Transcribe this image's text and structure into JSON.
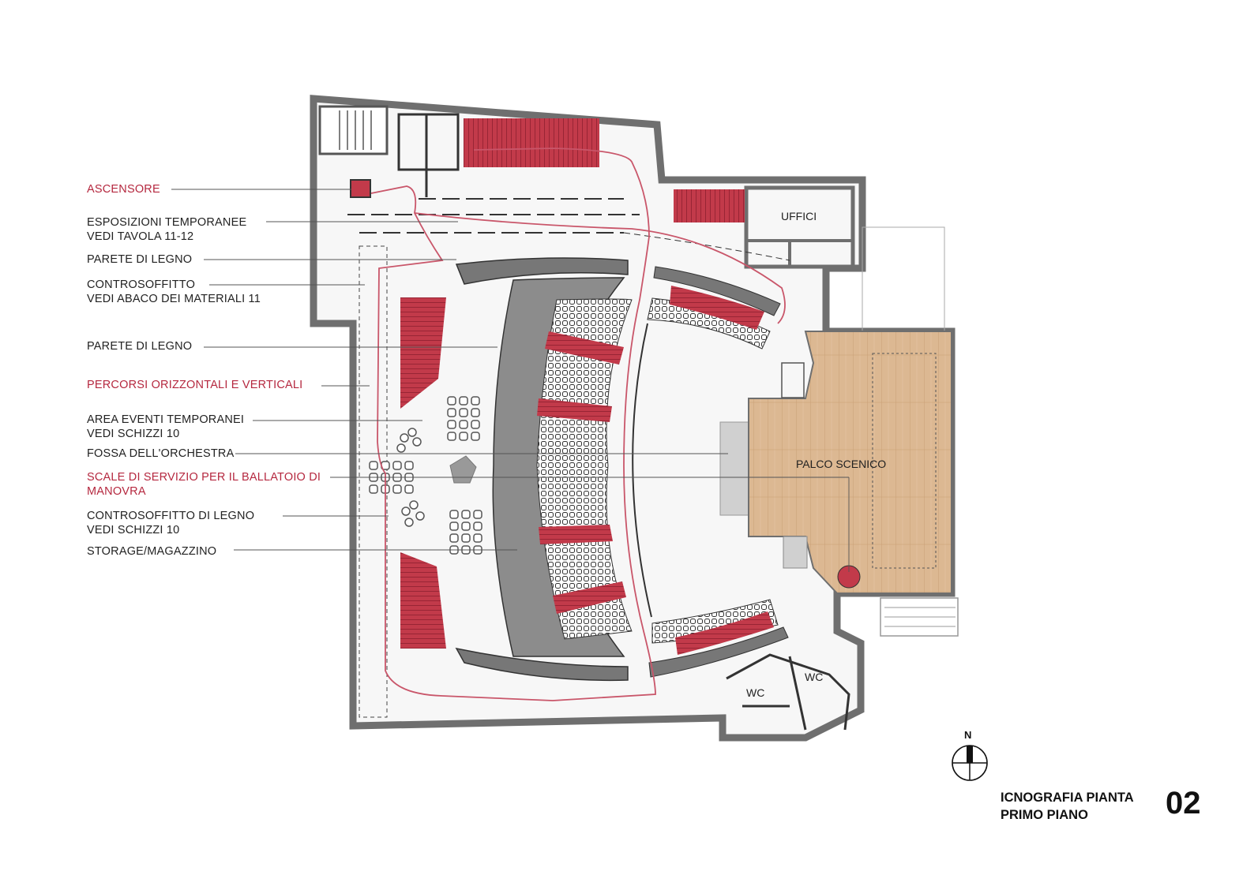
{
  "legend": [
    {
      "lines": [
        "ASCENSORE"
      ],
      "highlight": true
    },
    {
      "lines": [
        "ESPOSIZIONI TEMPORANEE",
        "VEDI TAVOLA 11-12"
      ],
      "highlight": false
    },
    {
      "lines": [
        "PARETE DI LEGNO"
      ],
      "highlight": false
    },
    {
      "lines": [
        "CONTROSOFFITTO",
        "VEDI ABACO DEI MATERIALI 11"
      ],
      "highlight": false
    },
    {
      "lines": [
        "PARETE DI LEGNO"
      ],
      "highlight": false
    },
    {
      "lines": [
        "PERCORSI ORIZZONTALI E VERTICALI"
      ],
      "highlight": true
    },
    {
      "lines": [
        "AREA EVENTI TEMPORANEI",
        "VEDI SCHIZZI 10"
      ],
      "highlight": false
    },
    {
      "lines": [
        "FOSSA DELL'ORCHESTRA"
      ],
      "highlight": false
    },
    {
      "lines": [
        "SCALE DI SERVIZIO PER IL BALLATOIO DI",
        "MANOVRA"
      ],
      "highlight": true
    },
    {
      "lines": [
        "CONTROSOFFITTO DI LEGNO",
        "VEDI SCHIZZI 10"
      ],
      "highlight": false
    },
    {
      "lines": [
        "STORAGE/MAGAZZINO"
      ],
      "highlight": false
    }
  ],
  "rooms": {
    "offices": "UFFICI",
    "stage": "PALCO SCENICO",
    "wc_1": "WC",
    "wc_2": "WC"
  },
  "compass": {
    "label": "N"
  },
  "title_block": {
    "line1": "ICNOGRAFIA PIANTA",
    "line2": "PRIMO PIANO",
    "sheet_number": "02"
  },
  "colors": {
    "highlight": "#b5283f",
    "seat_block": "#c23a4a",
    "wall": "#777777",
    "stage_wood": "#d9b48c",
    "route": "#c9566a"
  }
}
